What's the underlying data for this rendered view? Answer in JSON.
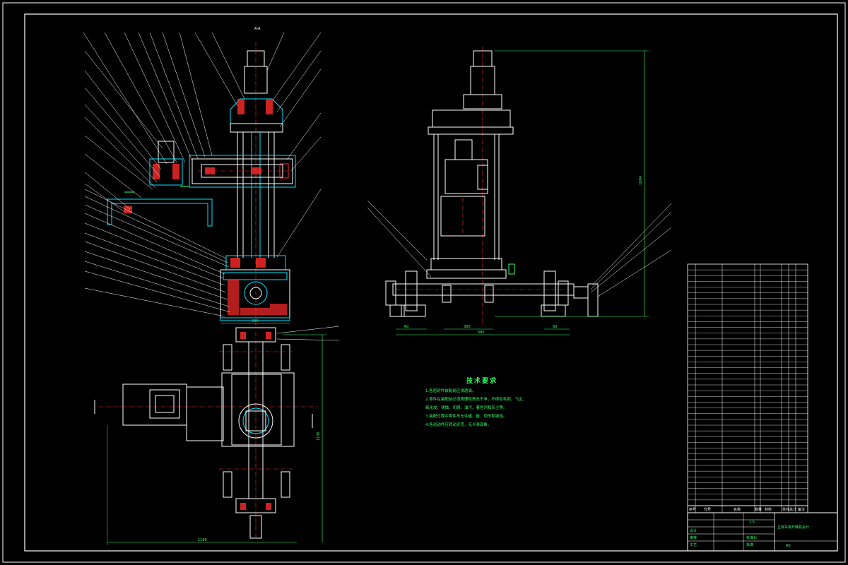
{
  "drawing": {
    "section_label": "A-A",
    "tech_requirements": {
      "title": "技术要求",
      "lines": [
        "1.各密封件装配前应浸透油。",
        "2.零件在装配前必须清理和清洗干净，不得有毛刺、飞边、",
        "氧化皮、锈蚀、切屑、油污、着色剂和灰尘等。",
        "3.装配过程中零件不允许磕、碰、划伤和锈蚀。",
        "4.各运动件应转动灵活，无卡滞现象。"
      ]
    },
    "dimensions": {
      "front_base": "200",
      "side_height": "1084",
      "side_left": "60",
      "side_mid": "360",
      "side_right": "60",
      "side_total": "680",
      "top_width": "1180",
      "top_height": "1135"
    },
    "title_block": {
      "drawing_name": "立体车库升降机设计",
      "scale": "1:5",
      "sheet": "A0",
      "headers": [
        "序号",
        "代号",
        "名称",
        "数量",
        "材料",
        "单件",
        "总计",
        "备注"
      ],
      "sign_labels": [
        "设计",
        "审核",
        "工艺",
        "标准化",
        "批准"
      ]
    },
    "colors": {
      "frame": "#ffffff",
      "part": "#ffffff",
      "section": "#00e5ff",
      "hatch": "#ff2a2a",
      "dimension": "#33ff66",
      "centerline": "#ff3333"
    }
  }
}
